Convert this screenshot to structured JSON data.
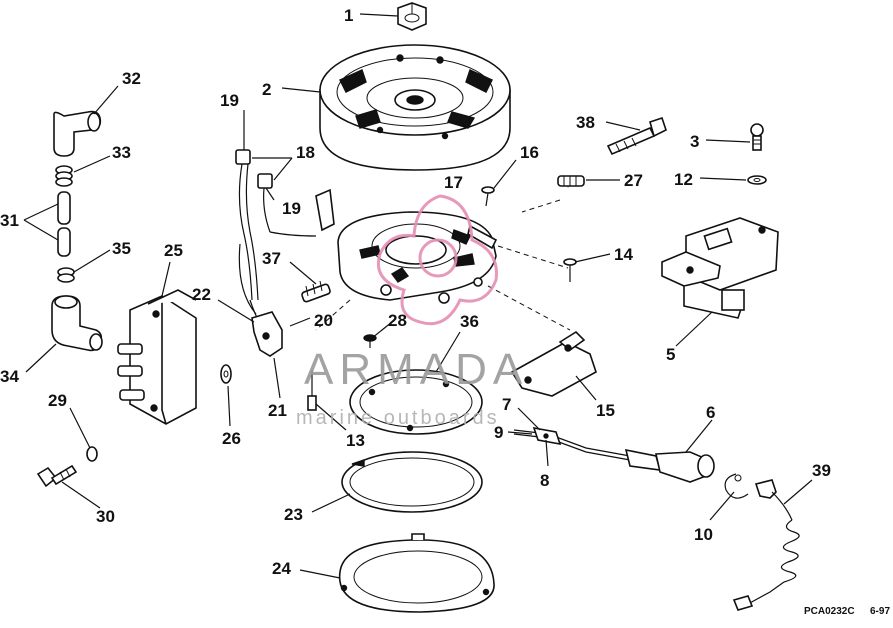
{
  "callouts": [
    {
      "id": "1",
      "text": "1"
    },
    {
      "id": "2",
      "text": "2"
    },
    {
      "id": "3",
      "text": "3"
    },
    {
      "id": "5",
      "text": "5"
    },
    {
      "id": "6",
      "text": "6"
    },
    {
      "id": "7",
      "text": "7"
    },
    {
      "id": "8",
      "text": "8"
    },
    {
      "id": "9",
      "text": "9"
    },
    {
      "id": "10",
      "text": "10"
    },
    {
      "id": "12",
      "text": "12"
    },
    {
      "id": "13",
      "text": "13"
    },
    {
      "id": "14",
      "text": "14"
    },
    {
      "id": "15",
      "text": "15"
    },
    {
      "id": "16",
      "text": "16"
    },
    {
      "id": "17",
      "text": "17"
    },
    {
      "id": "18",
      "text": "18"
    },
    {
      "id": "19a",
      "text": "19"
    },
    {
      "id": "19b",
      "text": "19"
    },
    {
      "id": "20",
      "text": "20"
    },
    {
      "id": "21",
      "text": "21"
    },
    {
      "id": "22",
      "text": "22"
    },
    {
      "id": "23",
      "text": "23"
    },
    {
      "id": "24",
      "text": "24"
    },
    {
      "id": "25",
      "text": "25"
    },
    {
      "id": "26",
      "text": "26"
    },
    {
      "id": "27",
      "text": "27"
    },
    {
      "id": "28",
      "text": "28"
    },
    {
      "id": "29",
      "text": "29"
    },
    {
      "id": "30",
      "text": "30"
    },
    {
      "id": "31",
      "text": "31"
    },
    {
      "id": "32",
      "text": "32"
    },
    {
      "id": "33",
      "text": "33"
    },
    {
      "id": "34",
      "text": "34"
    },
    {
      "id": "35",
      "text": "35"
    },
    {
      "id": "36",
      "text": "36"
    },
    {
      "id": "37",
      "text": "37"
    },
    {
      "id": "38",
      "text": "38"
    },
    {
      "id": "39",
      "text": "39"
    }
  ],
  "watermark": {
    "brand": "ARMADA",
    "tagline": "marine outboards",
    "brand_color": "#9a9a9a",
    "logo_color": "#e58fb5"
  },
  "footer": {
    "drawing_code": "PCA0232C",
    "date_code": "6-97"
  },
  "colors": {
    "ink": "#111111",
    "background": "#ffffff"
  }
}
